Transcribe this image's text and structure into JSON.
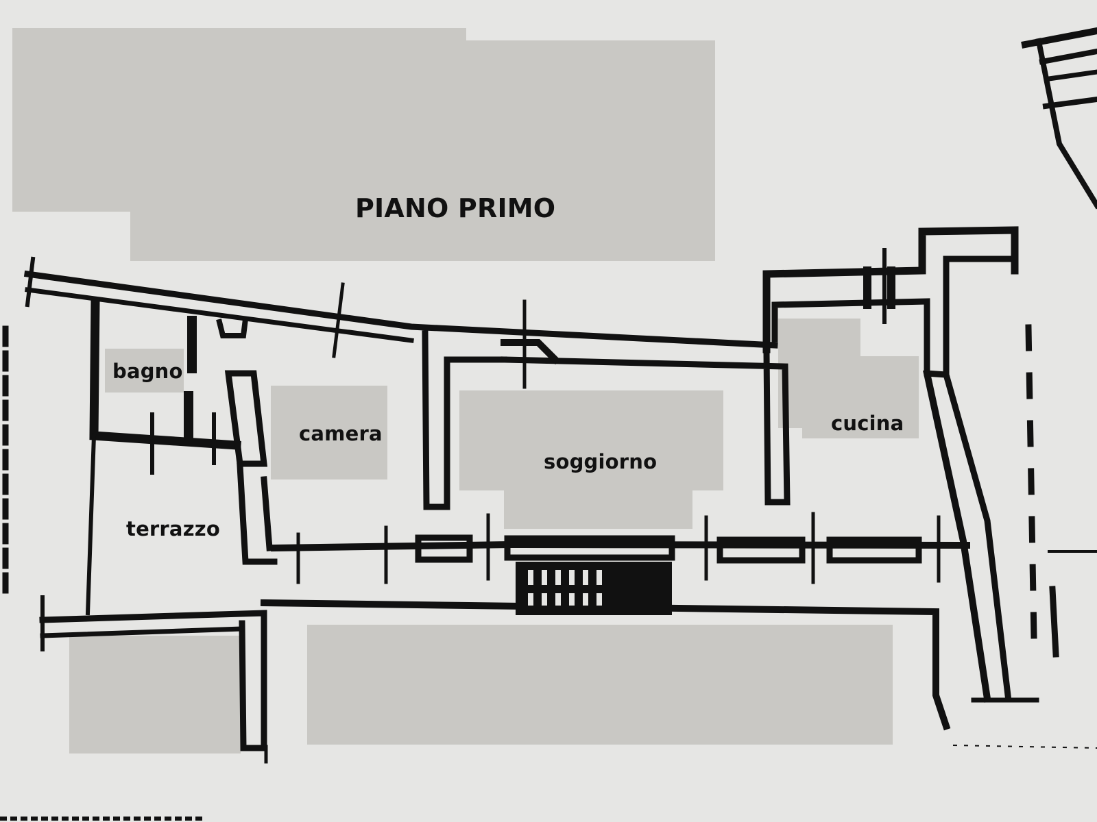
{
  "title": "PIANO PRIMO",
  "rooms": {
    "bagno": "bagno",
    "camera": "camera",
    "soggiorno": "soggiorno",
    "cucina": "cucina",
    "terrazzo": "terrazzo"
  },
  "colors": {
    "paper": "#e6e6e4",
    "redaction": "#c9c8c4",
    "wall": "#111111"
  }
}
